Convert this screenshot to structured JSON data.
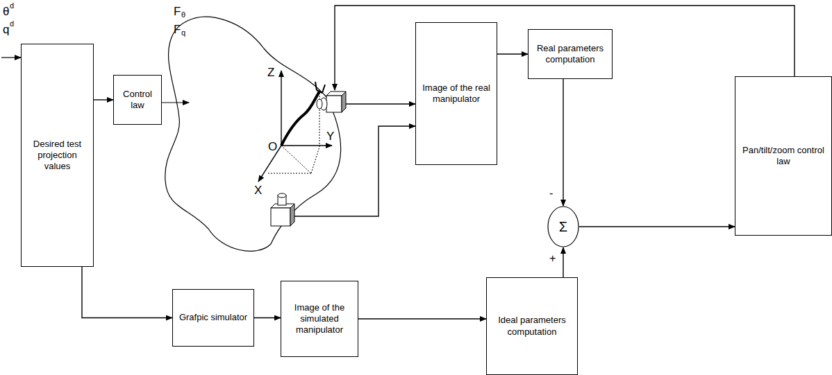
{
  "diagram": {
    "nodes": [
      {
        "text": [
          "Desired test projection values"
        ]
      },
      {
        "text": [
          "Control law"
        ]
      },
      {
        "text": [
          "Image of the real manipulator"
        ]
      },
      {
        "text": [
          "Real parameters computation"
        ]
      },
      {
        "text": [
          "Pan/tilt/zoom control law"
        ]
      },
      {
        "text": [
          "Σ"
        ]
      },
      {
        "text": [
          "Grafpic simulator"
        ]
      },
      {
        "text": [
          "Image of the simulated manipulator"
        ]
      },
      {
        "text": [
          "Ideal parameters computation"
        ]
      }
    ],
    "edges": [
      {
        "from": 0,
        "to": 1,
        "arrow": "to"
      },
      {
        "from": 2,
        "to": 3,
        "arrow": "to"
      },
      {
        "from": 3,
        "to": 5,
        "arrow": "to",
        "label": "-"
      },
      {
        "from": 5,
        "to": 4,
        "arrow": "to"
      },
      {
        "from": 0,
        "to": 6,
        "arrow": "to"
      },
      {
        "from": 6,
        "to": 7,
        "arrow": "to"
      },
      {
        "from": 7,
        "to": 8,
        "arrow": "to"
      },
      {
        "from": 8,
        "to": 5,
        "arrow": "to",
        "label": "+"
      }
    ],
    "labels": [
      "θ",
      "d",
      "q",
      "d",
      "F",
      "θ",
      "F",
      "q",
      "Z",
      "Y",
      "O",
      "X"
    ]
  }
}
